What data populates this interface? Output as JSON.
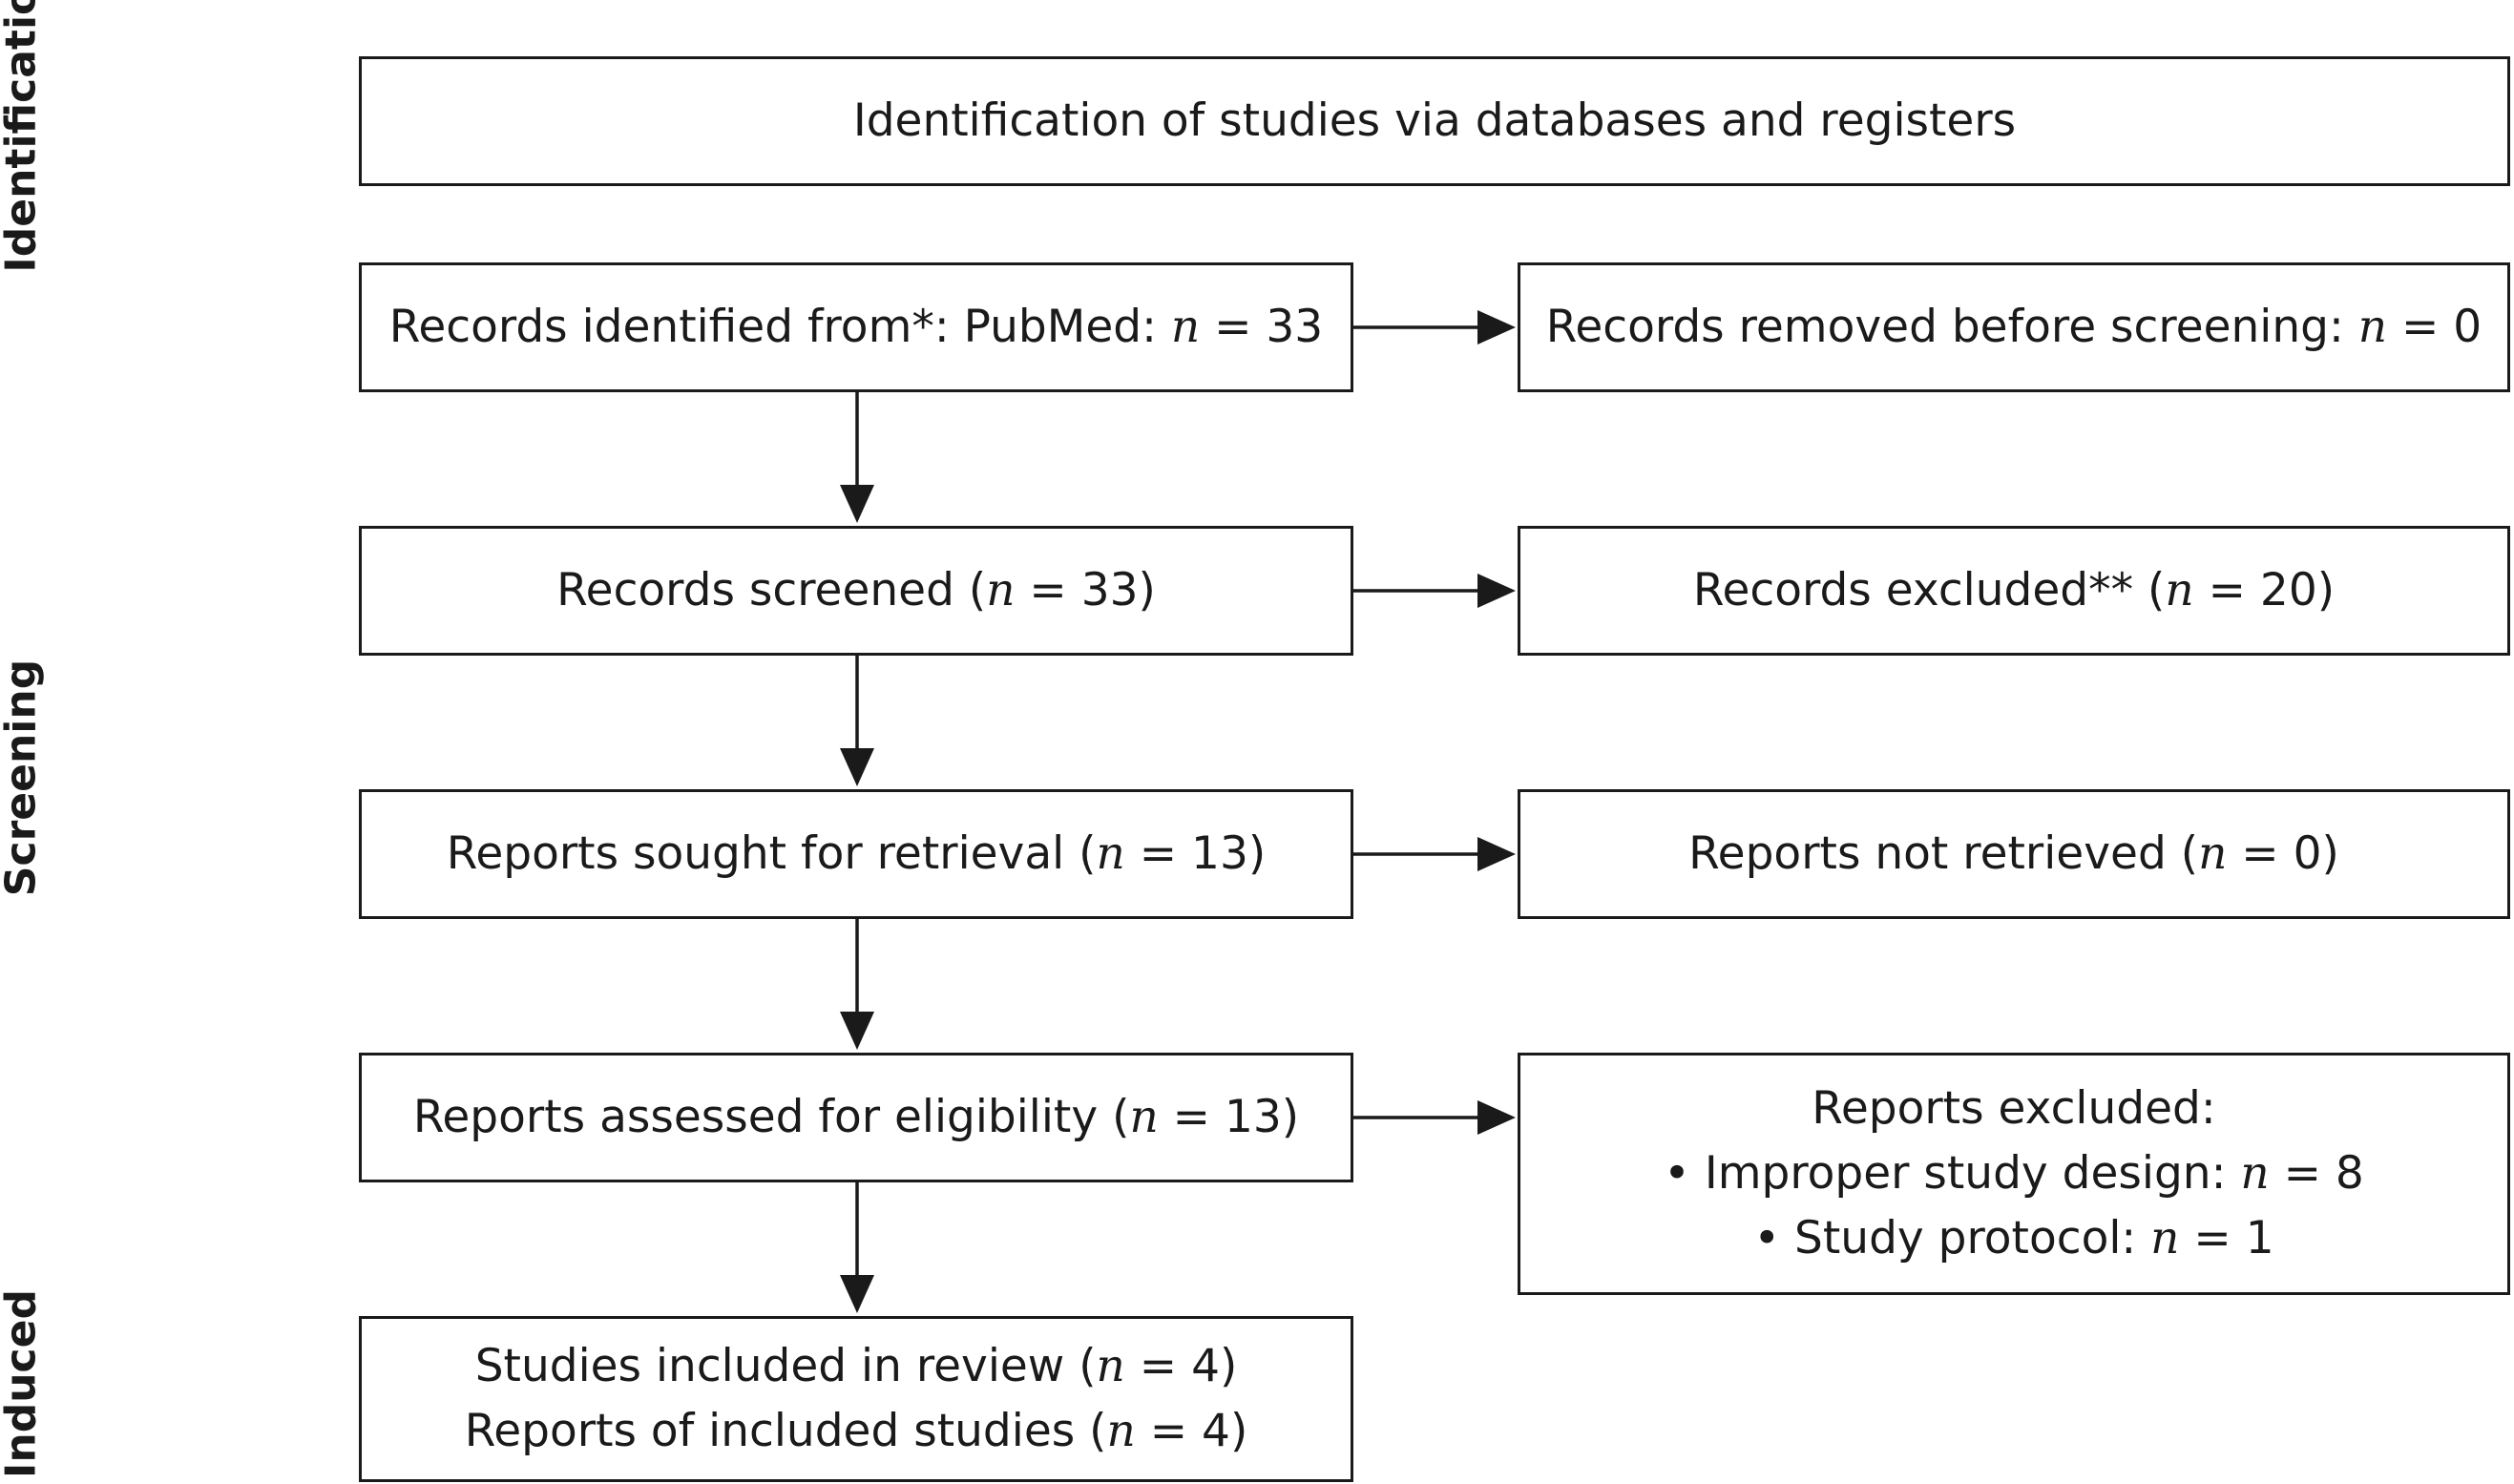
{
  "side_labels": {
    "identification": "Identification",
    "screening": "Screening",
    "included": "Induced"
  },
  "header": {
    "text": "Identification of studies via databases and registers"
  },
  "left": {
    "identified": {
      "pre": "Records identified from*: PubMed: ",
      "n": "n",
      "post": " = 33"
    },
    "screened": {
      "pre": "Records screened (",
      "n": "n",
      "post": " = 33)"
    },
    "sought": {
      "pre": "Reports sought for retrieval (",
      "n": "n",
      "post": " = 13)"
    },
    "assessed": {
      "pre": "Reports assessed for eligibility (",
      "n": "n",
      "post": " = 13)"
    },
    "included_studies": {
      "pre": "Studies included in review (",
      "n": "n",
      "post": " = 4)"
    },
    "included_reports": {
      "pre": "Reports of included studies (",
      "n": "n",
      "post": " = 4)"
    }
  },
  "right": {
    "removed": {
      "pre": "Records removed before screening: ",
      "n": "n",
      "post": " = 0"
    },
    "excluded": {
      "pre": "Records excluded** (",
      "n": "n",
      "post": " = 20)"
    },
    "not_retrieved": {
      "pre": "Reports not retrieved (",
      "n": "n",
      "post": " = 0)"
    },
    "reports_excluded": {
      "title": "Reports excluded:",
      "item1": {
        "pre": "• Improper study design: ",
        "n": "n",
        "post": " = 8"
      },
      "item2": {
        "pre": "• Study protocol: ",
        "n": "n",
        "post": " = 1"
      }
    }
  }
}
